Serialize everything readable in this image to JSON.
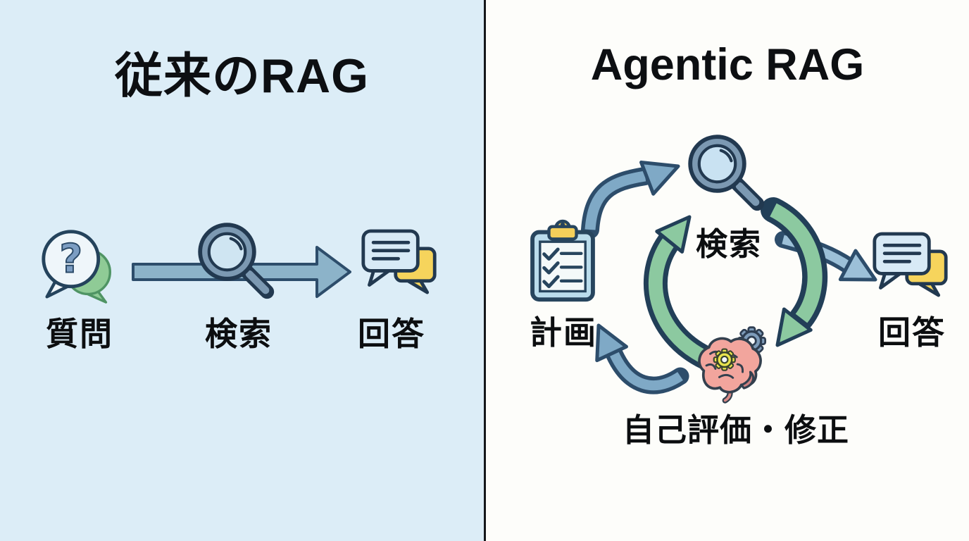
{
  "diagram": {
    "kind": "rag-comparison",
    "left": {
      "title": "従来のRAG",
      "background": "#dcedf7",
      "flow": [
        {
          "label": "質問",
          "icon": "question-bubbles-icon"
        },
        {
          "label": "検索",
          "icon": "magnifier-icon"
        },
        {
          "label": "回答",
          "icon": "chat-bubbles-icon"
        }
      ],
      "flow_shape": "linear-arrow"
    },
    "right": {
      "title": "Agentic RAG",
      "background": "#fdfdfa",
      "nodes": [
        {
          "label": "計画",
          "icon": "clipboard-checklist-icon"
        },
        {
          "label": "検索",
          "icon": "magnifier-icon"
        },
        {
          "label": "自己評価・修正",
          "icon": "brain-gears-icon"
        },
        {
          "label": "回答",
          "icon": "chat-bubbles-icon"
        }
      ],
      "cycle": [
        "計画",
        "検索",
        "自己評価・修正"
      ],
      "exit_arrow": {
        "from": "検索",
        "to": "回答"
      }
    },
    "colors": {
      "arrow_blue": "#7fa9c6",
      "arrow_blue_outline": "#2d4d6b",
      "arrow_blue_light": "#9cc0d8",
      "arrow_green": "#8cc9a0",
      "arrow_green_outline": "#223f58",
      "bubble_blue": "#d8eaf6",
      "bubble_yellow": "#f6d45c",
      "bubble_green": "#8fcb96",
      "brain_pink": "#f2a59d",
      "clipboard_blue": "#badcec",
      "divider": "#15171a"
    }
  }
}
